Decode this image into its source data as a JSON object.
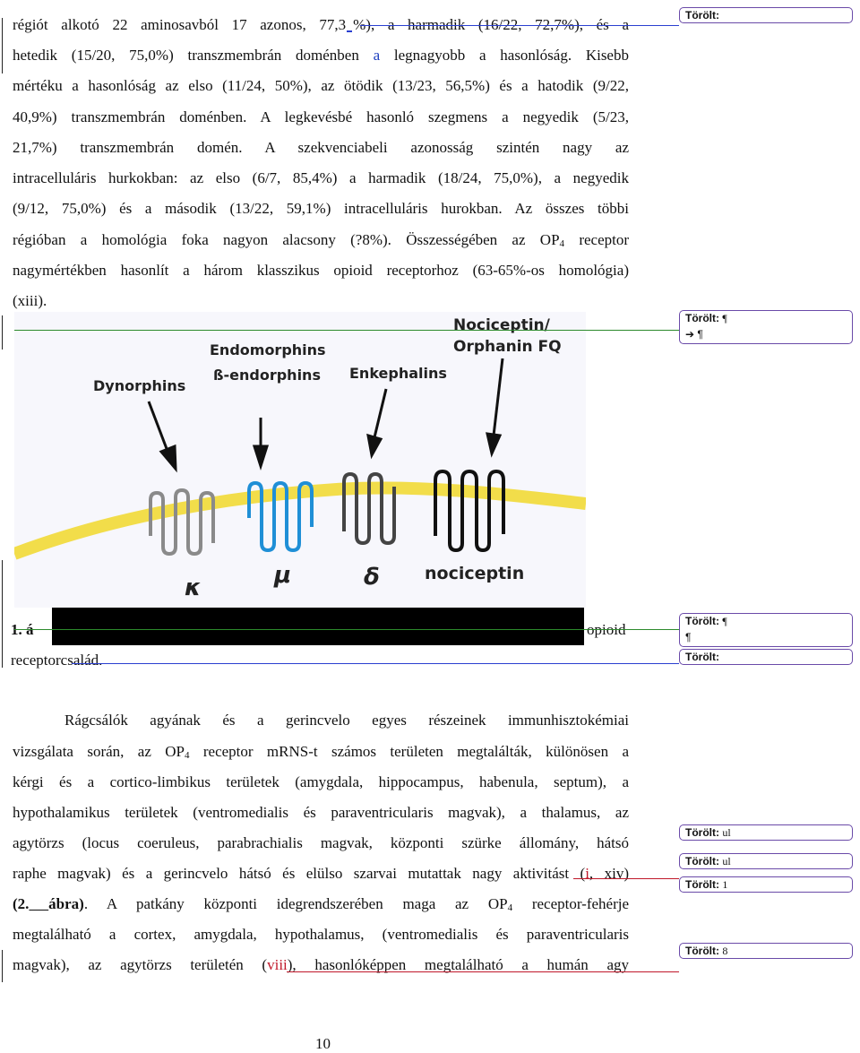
{
  "paragraph1": {
    "lines": [
      [
        "régiót alkotó 22 aminosavból 17 azonos, 77,3",
        "%), a harmadik (16/22, 72,7%), és a"
      ],
      [
        "hetedik (15/20, 75,0%) transzmembrán doménben ",
        "a",
        " legnagyobb a hasonlóság. Kisebb"
      ],
      [
        "mértéku a hasonlóság az elso (11/24, 50%), az ötödik (13/23, 56,5%) és a hatodik (9/22,"
      ],
      [
        "40,9%) transzmembrán doménben. A legkevésbé hasonló szegmens a negyedik (5/23,"
      ],
      [
        "21,7%) transzmembrán domén. A szekvenciabeli azonosság szintén nagy az"
      ],
      [
        "intracelluláris hurkokban: az elso (6/7, 85,4%) a harmadik (18/24, 75,0%), a negyedik"
      ],
      [
        "(9/12, 75,0%) és a második (13/22, 59,1%) intracelluláris hurokban. Az összes többi"
      ],
      [
        "régióban a homológia foka nagyon alacsony (?8%). Összességében az OP",
        "4",
        " receptor"
      ],
      [
        "nagymértékben hasonlít a három klasszikus opioid receptorhoz (63-65%-os homológia)"
      ],
      [
        "(xiii)",
        "."
      ]
    ]
  },
  "figure": {
    "top_labels": {
      "nociceptin": "Nociceptin/",
      "orphanin": "Orphanin FQ",
      "endomorphins": "Endomorphins",
      "endorphins": "ß-endorphins",
      "enkephalins": "Enkephalins",
      "dynorphins": "Dynorphins"
    },
    "receptor_labels": {
      "kappa": "κ",
      "mu": "μ",
      "delta": "δ",
      "nociceptin": "nociceptin"
    },
    "colors": {
      "membrane": "#f2dd4a",
      "kappa": "#8a8a8a",
      "mu": "#1f8fd6",
      "delta": "#444444",
      "nociceptin": "#111111"
    }
  },
  "caption": {
    "number": "1.",
    "first_letter": "á",
    "tail": "opioid",
    "line2": "receptorcsalád."
  },
  "paragraph2": {
    "lines": [
      [
        "Rágcsálók agyának és a gerincvelo egyes részeinek immunhisztokémiai"
      ],
      [
        "vizsgálata során, az OP",
        "4",
        " receptor mRNS-t számos területen megtalálták, különösen a"
      ],
      [
        "kérgi és a cortico-limbikus területek (amygdala, hippocampus, habenula, septum), a"
      ],
      [
        "hypothalamikus területek (ventromedialis és paraventricularis magvak), a thalamus, az"
      ],
      [
        "agytörzs (locus coeruleus, parabrachialis magvak, központi szürke állomány, hátsó"
      ],
      [
        "raphe magvak) és a gerincvelo hátsó és elülso szarvai mutattak nagy aktivitást (",
        "i",
        ", xiv)"
      ],
      [
        "(2.",
        " ",
        "ábra)",
        ". A patkány központi idegrendszerében maga az OP",
        "4",
        " receptor-fehérje"
      ],
      [
        "megtalálható a cortex, amygdala, hypothalamus, (ventromedialis és paraventricularis"
      ],
      [
        "magvak), az agytörzs területén (",
        "viii",
        "), hasonlóképpen megtalálható a humán agy"
      ]
    ]
  },
  "comments": [
    {
      "label": "Törölt:",
      "value": ""
    },
    {
      "label": "Törölt:",
      "value": "¶",
      "line2": "➔ ¶"
    },
    {
      "label": "Törölt:",
      "value": "¶",
      "line2": "¶"
    },
    {
      "label": "Törölt:",
      "value": ""
    },
    {
      "label": "Törölt:",
      "value": "ul"
    },
    {
      "label": "Törölt:",
      "value": "ul"
    },
    {
      "label": "Törölt:",
      "value": "1"
    },
    {
      "label": "Törölt:",
      "value": "8"
    }
  ],
  "page_number": "10"
}
